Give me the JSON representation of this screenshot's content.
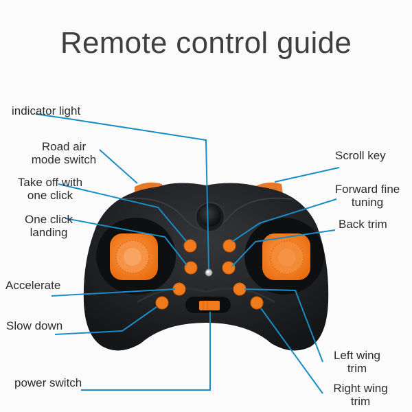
{
  "title": "Remote control guide",
  "colors": {
    "leader_line": "#1a8cc4",
    "controller_body": "#1e1f22",
    "accent_orange": "#f07a1c",
    "title_text": "#3f3f3f"
  },
  "labels": {
    "indicator_light": "indicator light",
    "road_air_mode_switch": [
      "Road air",
      "mode switch"
    ],
    "take_off_one_click": [
      "Take off with",
      "one click"
    ],
    "one_click_landing": [
      "One click",
      "landing"
    ],
    "accelerate": "Accelerate",
    "slow_down": "Slow down",
    "power_switch": "power switch",
    "scroll_key": "Scroll key",
    "forward_fine_tuning": [
      "Forward fine",
      "tuning"
    ],
    "back_trim": "Back trim",
    "left_wing_trim": [
      "Left wing",
      "trim"
    ],
    "right_wing_trim": [
      "Right wing",
      "trim"
    ]
  },
  "controller": {
    "parts": [
      "left-joystick",
      "right-joystick",
      "center-scroll-wheel",
      "indicator-led",
      "power-slider",
      "left-shoulder-button",
      "right-shoulder-button",
      "take-off-button",
      "landing-button",
      "forward-trim-button",
      "back-trim-button",
      "accelerate-button",
      "slow-down-button",
      "left-wing-trim-button",
      "right-wing-trim-button"
    ]
  }
}
